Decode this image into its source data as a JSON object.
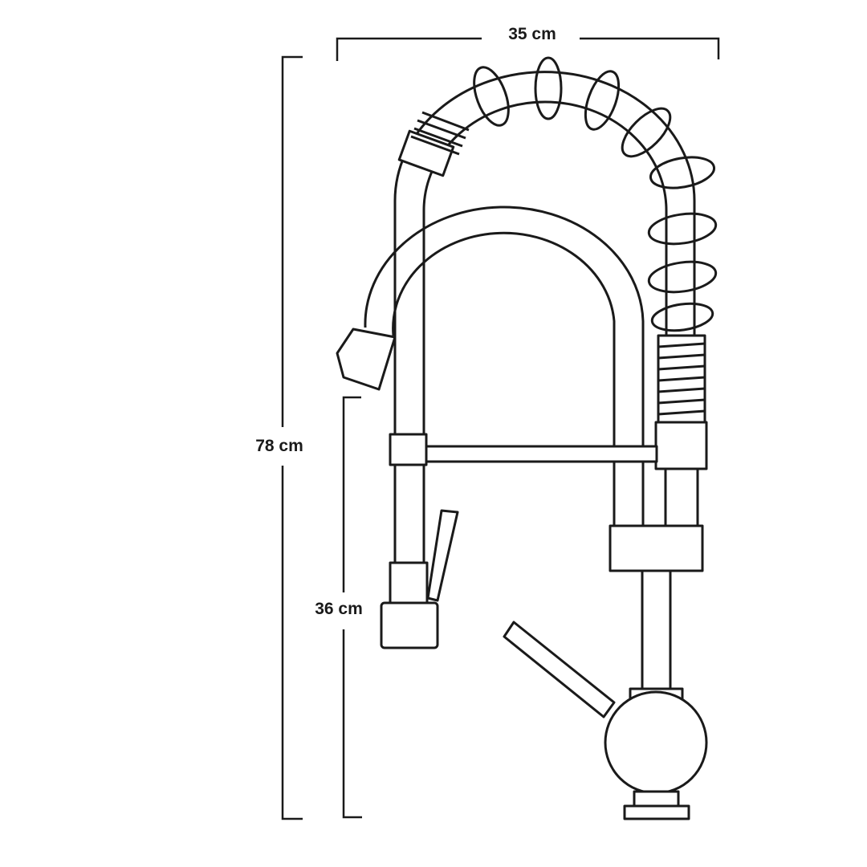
{
  "dimensions": {
    "width_label": "35 cm",
    "total_height_label": "78 cm",
    "spout_height_label": "36 cm"
  },
  "colors": {
    "line": "#1a1a1a",
    "background": "#ffffff"
  }
}
